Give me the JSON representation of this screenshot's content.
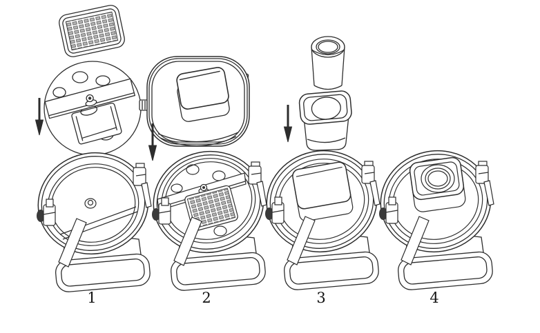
{
  "page": {
    "background_color": "#ffffff",
    "line_color": "#2d2d2d",
    "grater_slot_fill": "#b4b4b4",
    "label_color": "#111111"
  },
  "diagram": {
    "type": "assembly-instruction-diagram",
    "subject": "tilting-bowl-food-processor-assembly",
    "steps": [
      {
        "number": "1",
        "parts_shown_above": [
          "grating-disc-insert",
          "blade-disc-holder",
          "down-arrow"
        ],
        "machine_state": "base-with-open-empty-bowl"
      },
      {
        "number": "2",
        "parts_shown_above": [
          "lid-with-feed-chute",
          "down-arrow"
        ],
        "machine_state": "bowl-with-disc-holder-and-grating-insert-installed"
      },
      {
        "number": "3",
        "parts_shown_above": [
          "food-pusher",
          "feed-chute-cup",
          "down-arrow"
        ],
        "machine_state": "bowl-with-lid-closed"
      },
      {
        "number": "4",
        "parts_shown_above": [],
        "machine_state": "fully-assembled-with-pusher-inserted"
      }
    ]
  }
}
